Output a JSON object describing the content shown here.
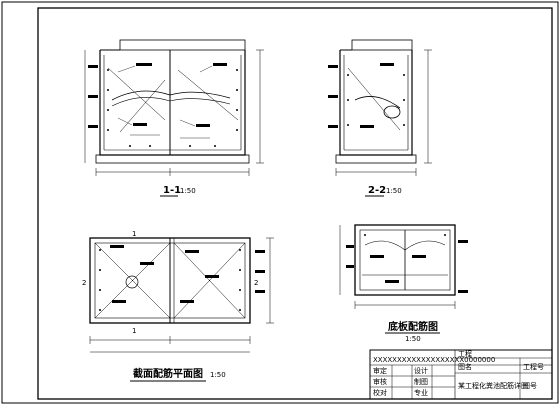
{
  "sheet": {
    "views": [
      {
        "id": "section-1-1",
        "title": "1-1",
        "scale": "1:50"
      },
      {
        "id": "section-2-2",
        "title": "2-2",
        "scale": "1:50"
      },
      {
        "id": "plan",
        "title": "截面配筋平面图",
        "scale": "1:50"
      },
      {
        "id": "base",
        "title": "底板配筋图",
        "scale": "1:50"
      }
    ],
    "section_marks": {
      "cut1": "1",
      "cut2": "2"
    },
    "title_block": {
      "drawing_number": "XXXXXXXXXXXXXXXXXXX0000000",
      "project_label": "工程",
      "sheet_label": "图名",
      "drawing_name": "某工程化粪池配筋详图",
      "rows": [
        {
          "role": "审定",
          "col2": "设计"
        },
        {
          "role": "审核",
          "col2": "制图"
        },
        {
          "role": "校对",
          "col2": "专业"
        }
      ],
      "right_label1": "工程号",
      "right_label2": "图号"
    }
  }
}
